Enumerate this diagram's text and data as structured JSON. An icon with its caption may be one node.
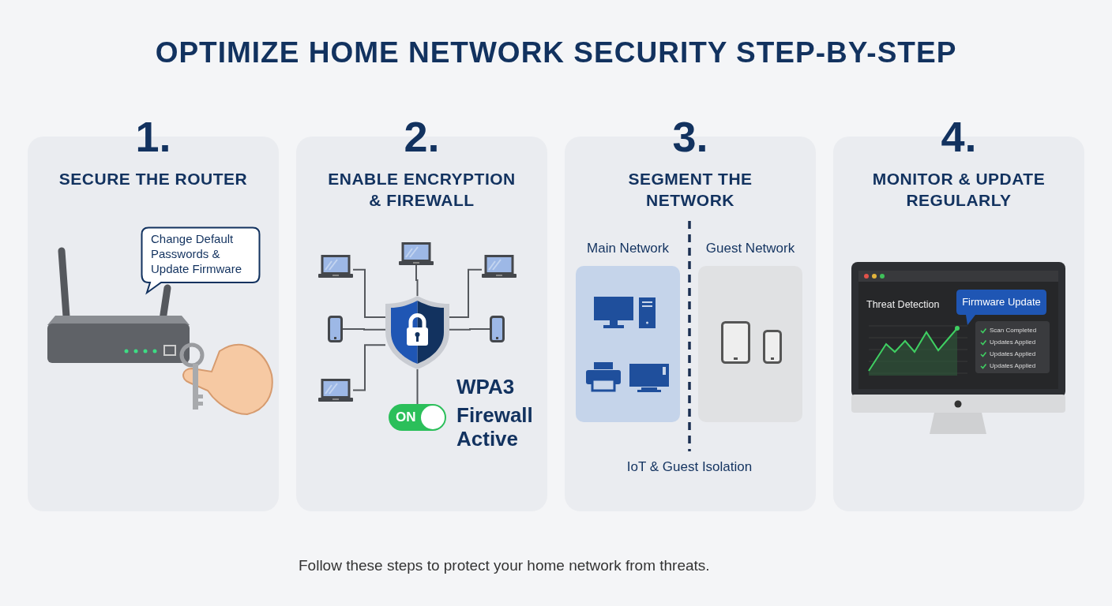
{
  "diagram": {
    "title": "OPTIMIZE HOME NETWORK SECURITY STEP-BY-STEP",
    "caption": "Follow these steps to protect your home network from threats.",
    "nodes": [
      {
        "text": [
          "1.",
          "SECURE THE ROUTER"
        ]
      },
      {
        "text": [
          "Change Default Passwords & Update Firmware"
        ],
        "in": 0
      },
      {
        "text": [
          "2.",
          "ENABLE ENCRYPTION & FIREWALL"
        ]
      },
      {
        "text": [],
        "shape": "laptop",
        "in": 2
      },
      {
        "text": [],
        "shape": "laptop",
        "in": 2
      },
      {
        "text": [],
        "shape": "laptop",
        "in": 2
      },
      {
        "text": [],
        "shape": "phone",
        "in": 2
      },
      {
        "text": [],
        "shape": "shield",
        "in": 2
      },
      {
        "text": [],
        "shape": "phone",
        "in": 2
      },
      {
        "text": [],
        "shape": "laptop",
        "in": 2
      },
      {
        "text": [
          "ON"
        ],
        "in": 2
      },
      {
        "text": [
          "3.",
          "SEGMENT THE NETWORK"
        ]
      },
      {
        "text": [
          "Main Network"
        ],
        "in": 11
      },
      {
        "text": [
          "Guest Network"
        ],
        "in": 11
      },
      {
        "text": [
          "4.",
          "MONITOR & UPDATE REGULARLY"
        ]
      },
      {
        "text": [
          "Firmware Update"
        ],
        "in": 14
      },
      {
        "text": [
          "Scan Completed",
          "Updates Applied",
          "Updates Applied",
          "Updates Applied"
        ],
        "in": 14
      }
    ],
    "edges": [
      {
        "from": 7,
        "to": 3,
        "arrow": "none"
      },
      {
        "from": 7,
        "to": 4,
        "arrow": "none"
      },
      {
        "from": 7,
        "to": 5,
        "arrow": "none"
      },
      {
        "from": 7,
        "to": 6,
        "arrow": "none"
      },
      {
        "from": 7,
        "to": 8,
        "arrow": "none"
      },
      {
        "from": 7,
        "to": 9,
        "arrow": "none"
      },
      {
        "from": 7,
        "to": 10,
        "arrow": "none"
      }
    ],
    "labels": [
      "WPA3",
      "Firewall Active",
      "IoT & Guest Isolation",
      "Threat Detection"
    ]
  }
}
